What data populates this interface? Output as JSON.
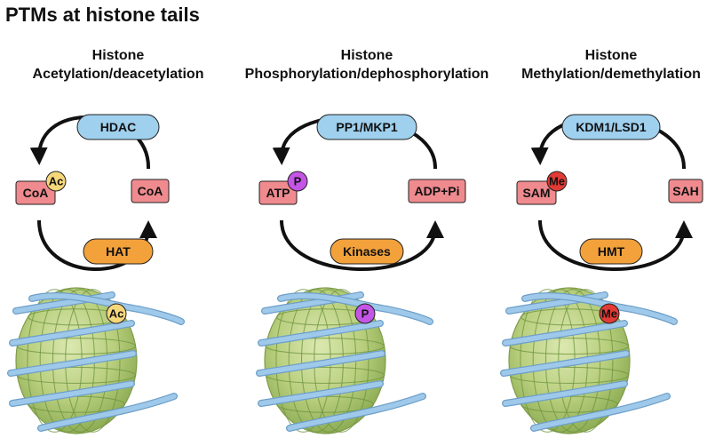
{
  "title": "PTMs at histone tails",
  "colors": {
    "enzyme_blue": "#9fd0ee",
    "enzyme_orange": "#f2a13b",
    "substrate_red": "#ef8a8e",
    "mod_ac": "#f6d77a",
    "mod_p": "#c455e6",
    "mod_me": "#e23a35",
    "histone_green": "#b9cf7e",
    "dna_blue": "#9fc9ea"
  },
  "panels": [
    {
      "title_line1": "Histone",
      "title_line2": "Acetylation/deacetylation",
      "top_enzyme": "HDAC",
      "bottom_enzyme": "HAT",
      "left_substrate": "CoA",
      "right_substrate": "CoA",
      "modification": "Ac",
      "mod_color": "#f6d77a"
    },
    {
      "title_line1": "Histone",
      "title_line2": "Phosphorylation/dephosphorylation",
      "top_enzyme": "PP1/MKP1",
      "bottom_enzyme": "Kinases",
      "left_substrate": "ATP",
      "right_substrate": "ADP+Pi",
      "modification": "P",
      "mod_color": "#c455e6"
    },
    {
      "title_line1": "Histone",
      "title_line2": "Methylation/demethylation",
      "top_enzyme": "KDM1/LSD1",
      "bottom_enzyme": "HMT",
      "left_substrate": "SAM",
      "right_substrate": "SAH",
      "modification": "Me",
      "mod_color": "#e23a35"
    }
  ]
}
